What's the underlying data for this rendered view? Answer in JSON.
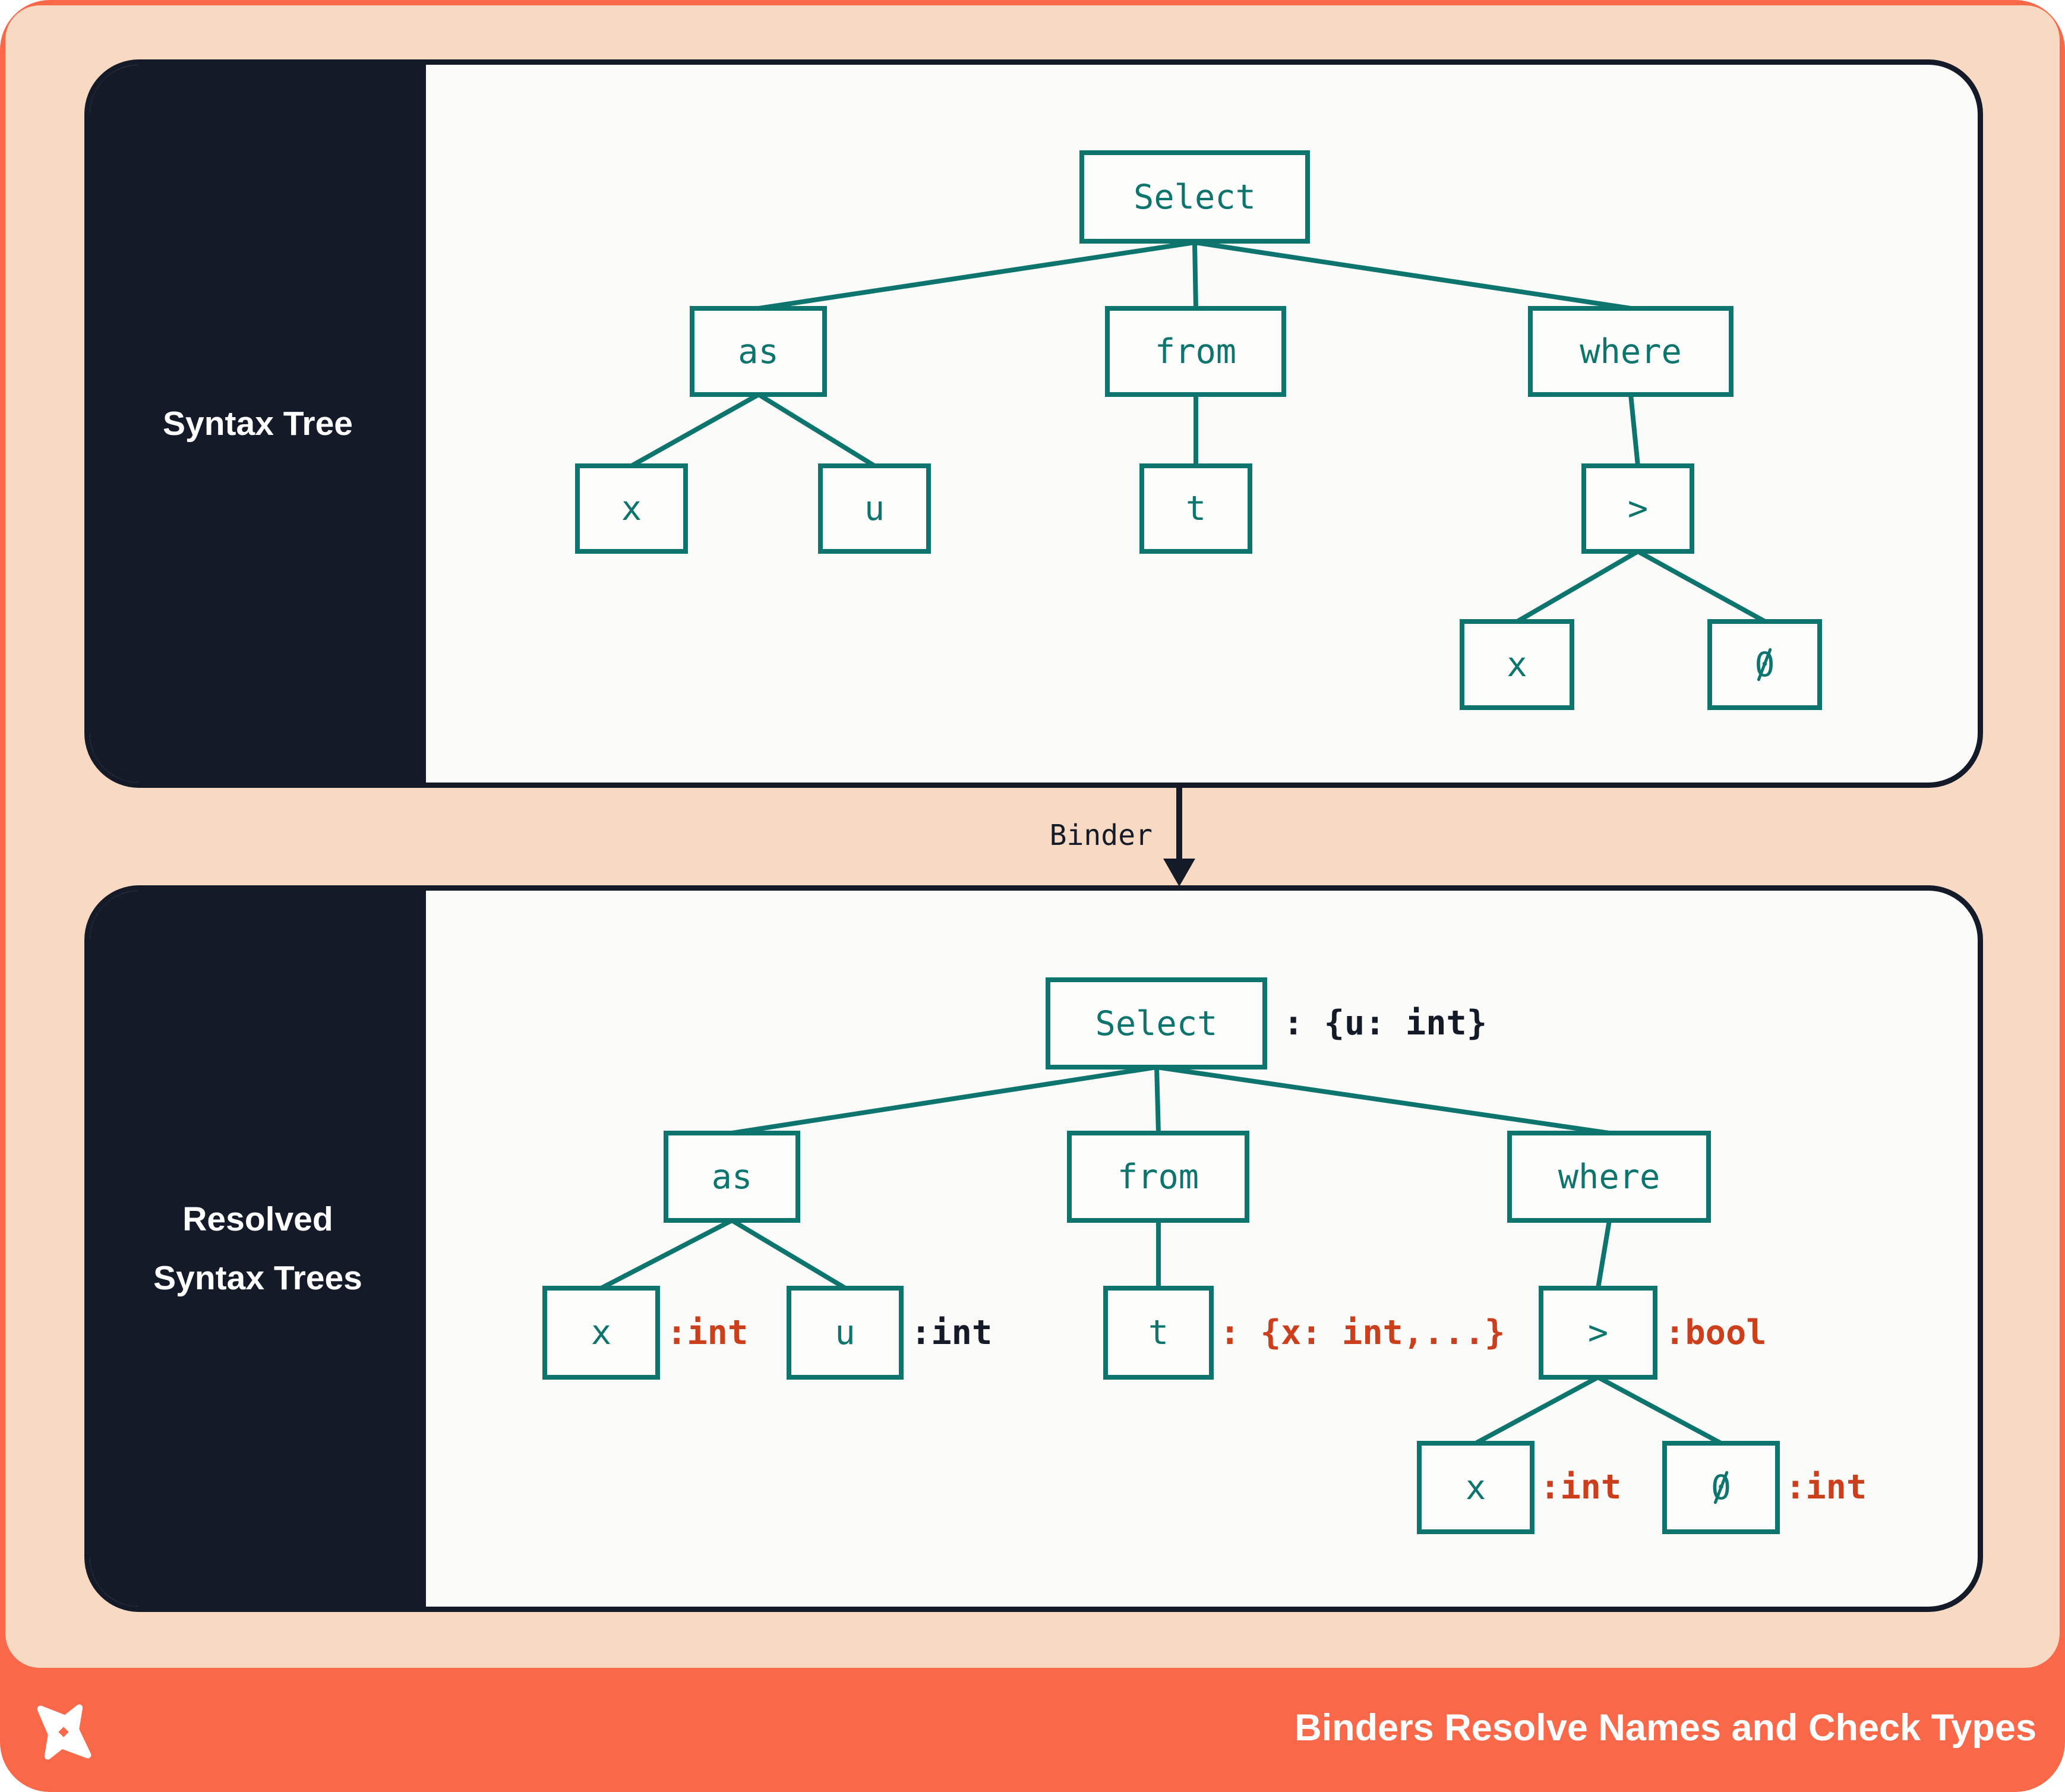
{
  "colors": {
    "frame_coral": "#FA684A",
    "canvas_peach": "#F8DAC4",
    "ink_navy": "#141A28",
    "panel_bg": "#FBFBFA",
    "node_teal": "#0E746E",
    "type_red": "#CC3F1C",
    "text_white": "#FFFFFF"
  },
  "top_panel": {
    "label": "Syntax Tree",
    "nodes": {
      "select": "Select",
      "as": "as",
      "from": "from",
      "where": "where",
      "x": "x",
      "u": "u",
      "t": "t",
      "gt": ">",
      "zero": "0"
    }
  },
  "binder": {
    "label": "Binder",
    "arrow_icon": "down-arrow-icon"
  },
  "bottom_panel": {
    "label_line1": "Resolved",
    "label_line2": "Syntax Trees",
    "nodes": {
      "select": "Select",
      "as": "as",
      "from": "from",
      "where": "where",
      "x": "x",
      "u": "u",
      "t": "t",
      "gt": ">",
      "zero": "0"
    },
    "types": {
      "select": ": {u: int}",
      "x": ":int",
      "u": ":int",
      "t": ": {x: int,...}",
      "gt": ":bool",
      "x_under_gt": ":int",
      "zero": ":int"
    }
  },
  "footer": {
    "title": "Binders Resolve Names and Check Types",
    "logo_icon": "pinwheel-x-logo"
  }
}
